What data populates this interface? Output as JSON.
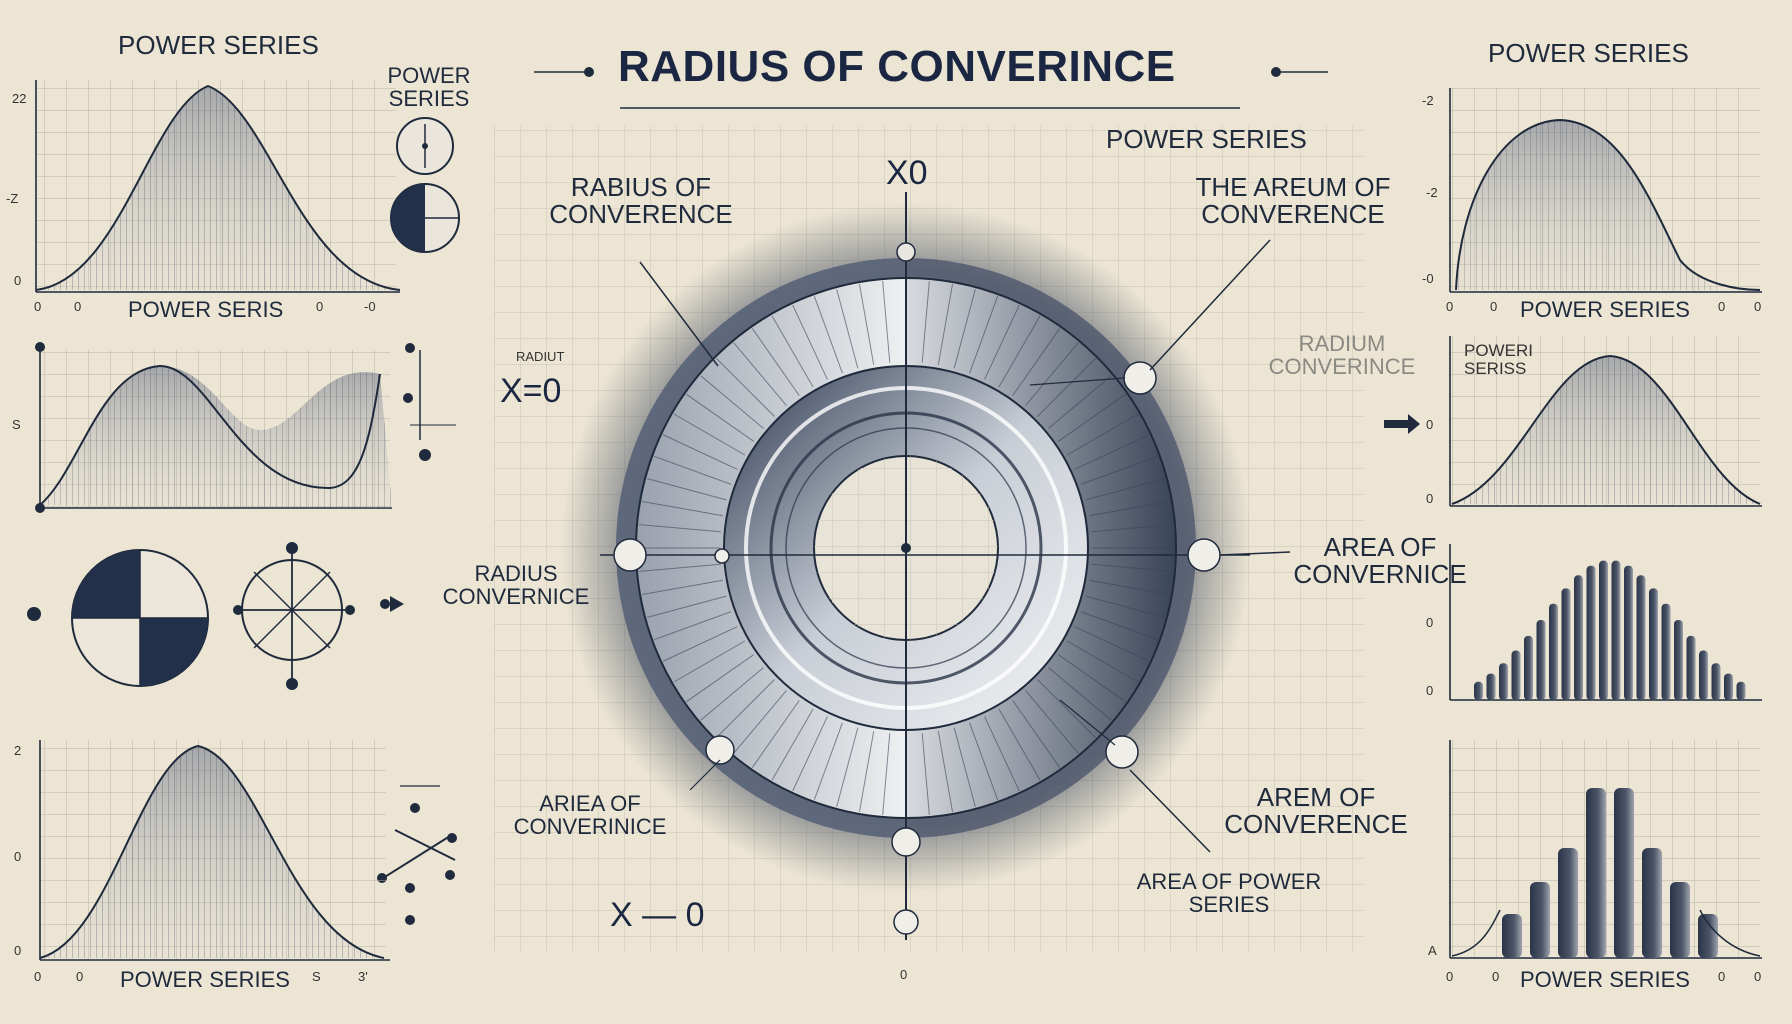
{
  "title": "RADIUS OF CONVERINCE",
  "left_panels": {
    "panel1_caption": "POWER SERIES",
    "panel1_axis": [
      "POWER SERIS",
      "22",
      "-Z",
      "0",
      "0",
      "0",
      "0",
      "-0"
    ],
    "panel2_axis": [
      "S"
    ],
    "panel4_caption": "POWER SERIES",
    "panel4_axis": [
      "2",
      "0",
      "0",
      "0",
      "0",
      "S",
      "3'"
    ]
  },
  "left_icons": {
    "label": "POWER SERIES"
  },
  "right_panels": {
    "panel1_caption": "POWER SERIES",
    "panel1_axis": [
      "POWER SERIES",
      "-2",
      "-2",
      "-0",
      "0",
      "0",
      "0",
      "0"
    ],
    "panel2_label": "POWERI SERISS",
    "panel2_axis": [
      "0",
      "0"
    ],
    "panel3_axis": [
      "0",
      "0"
    ],
    "panel4_caption": "POWER SERIES",
    "panel4_axis": [
      "A",
      "0",
      "0",
      "0",
      "0"
    ]
  },
  "center": {
    "top_label": "POWER SERIES",
    "x0_top": "X0",
    "x0_left": "X=0",
    "x0_bottom": "X — 0",
    "bottom_tick": "0",
    "labels": {
      "rabius": "RABIUS OF CONVERENCE",
      "areum": "THE AREUM OF CONVERENCE",
      "radium": "RADIUM CONVERINCE",
      "radius_left": "RADIUS CONVERNICE",
      "area_right": "AREA OF CONVERNICE",
      "ariea": "ARIEA OF CONVERINICE",
      "arem": "AREM OF CONVERENCE",
      "area_power": "AREA OF POWER SERIES",
      "faint_radius": "RADIUT"
    }
  },
  "colors": {
    "background": "#ece5d3",
    "ink": "#1f2a3c",
    "grid": "#b9b4a6",
    "navy": "#223149"
  }
}
